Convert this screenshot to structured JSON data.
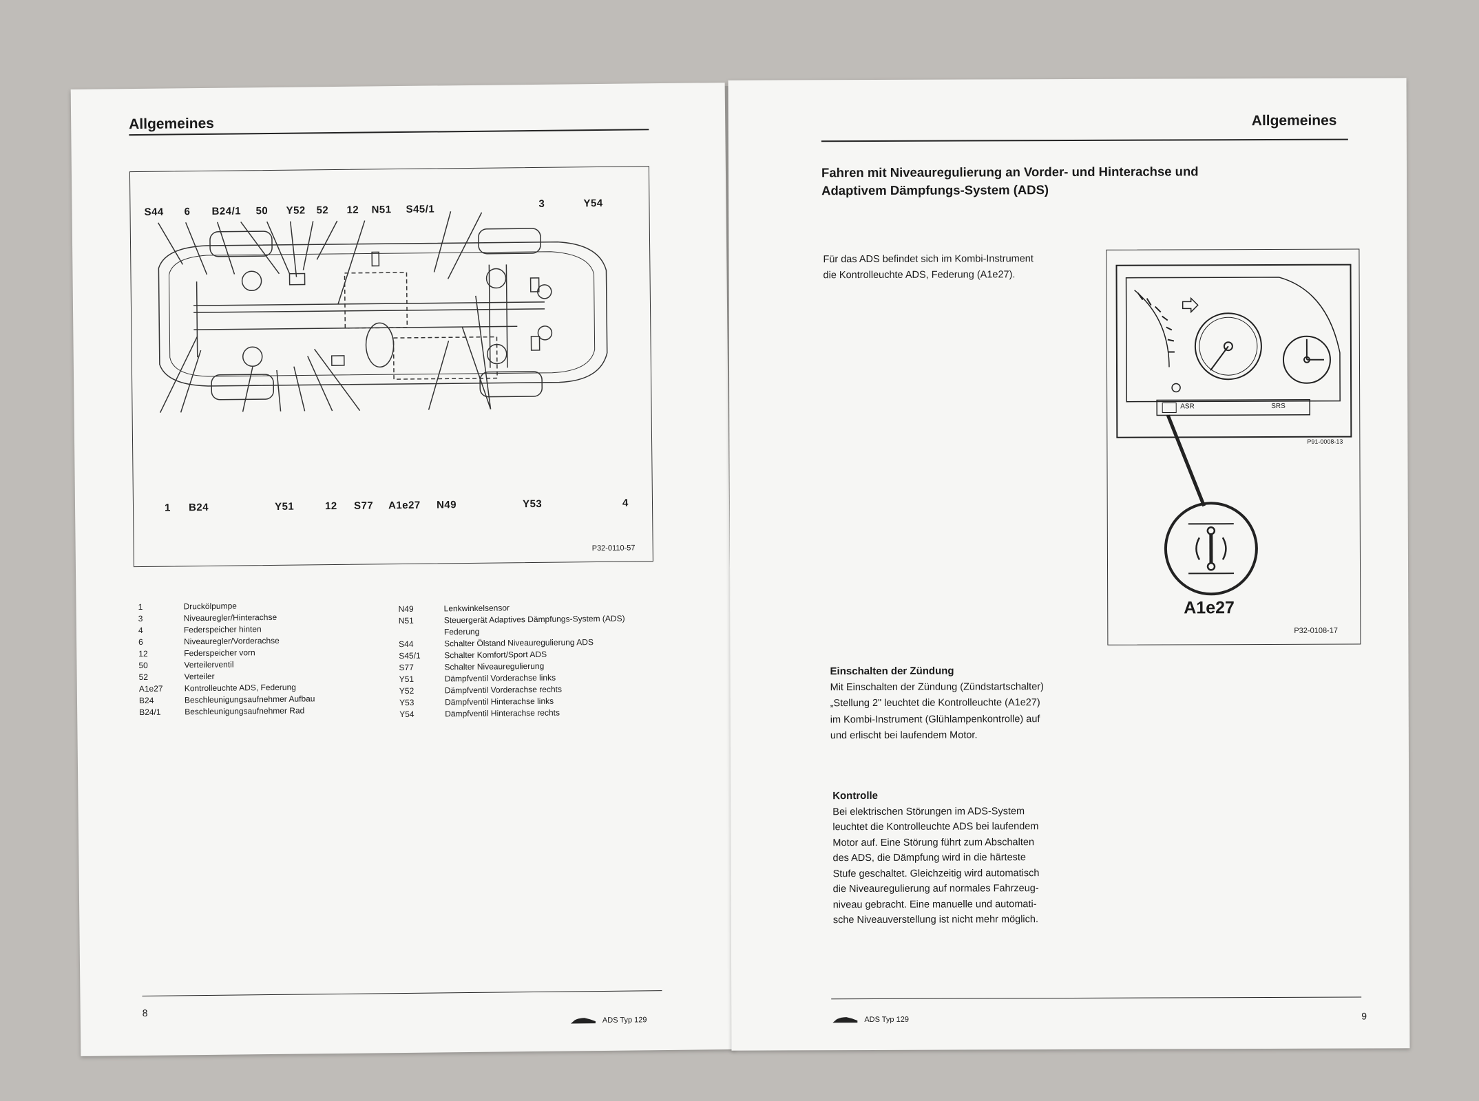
{
  "left_page": {
    "header": "Allgemeines",
    "diagram": {
      "top_labels": [
        "S44",
        "6",
        "B24/1",
        "50",
        "Y52",
        "52",
        "12",
        "N51",
        "S45/1",
        "3",
        "Y54"
      ],
      "bottom_labels": [
        "1",
        "B24",
        "Y51",
        "12",
        "S77",
        "A1e27",
        "N49",
        "Y53",
        "4"
      ],
      "code": "P32-0110-57"
    },
    "legend_left": [
      {
        "key": "1",
        "value": "Druckölpumpe"
      },
      {
        "key": "3",
        "value": "Niveauregler/Hinterachse"
      },
      {
        "key": "4",
        "value": "Federspeicher hinten"
      },
      {
        "key": "6",
        "value": "Niveauregler/Vorderachse"
      },
      {
        "key": "12",
        "value": "Federspeicher vorn"
      },
      {
        "key": "50",
        "value": "Verteilerventil"
      },
      {
        "key": "52",
        "value": "Verteiler"
      },
      {
        "key": "A1e27",
        "value": "Kontrolleuchte ADS, Federung"
      },
      {
        "key": "B24",
        "value": "Beschleunigungsaufnehmer Aufbau"
      },
      {
        "key": "B24/1",
        "value": "Beschleunigungsaufnehmer Rad"
      }
    ],
    "legend_right": [
      {
        "key": "N49",
        "value": "Lenkwinkelsensor"
      },
      {
        "key": "N51",
        "value": "Steuergerät Adaptives Dämpfungs-System (ADS)"
      },
      {
        "key": "",
        "value": "Federung"
      },
      {
        "key": "S44",
        "value": "Schalter Ölstand Niveauregulierung ADS"
      },
      {
        "key": "S45/1",
        "value": "Schalter Komfort/Sport ADS"
      },
      {
        "key": "S77",
        "value": "Schalter Niveauregulierung"
      },
      {
        "key": "Y51",
        "value": "Dämpfventil Vorderachse links"
      },
      {
        "key": "Y52",
        "value": "Dämpfventil Vorderachse rechts"
      },
      {
        "key": "Y53",
        "value": "Dämpfventil Hinterachse links"
      },
      {
        "key": "Y54",
        "value": "Dämpfventil Hinterachse rechts"
      }
    ],
    "page_number": "8",
    "footer_brand": "ADS Typ 129"
  },
  "right_page": {
    "header": "Allgemeines",
    "section_title_line1": "Fahren mit Niveauregulierung an Vorder- und Hinterachse und",
    "section_title_line2": "Adaptivem Dämpfungs-System (ADS)",
    "intro_line1": "Für das ADS befindet sich im Kombi-Instrument",
    "intro_line2": "die Kontrolleuchte ADS, Federung (A1e27).",
    "figure": {
      "label": "A1e27",
      "code": "P32-0108-17",
      "inner_code": "P91-0008-13",
      "asr_label": "ASR",
      "srs_label": "SRS"
    },
    "section1_heading": "Einschalten der Zündung",
    "section1_lines": [
      "Mit Einschalten der Zündung (Zündstartschalter)",
      "„Stellung 2\" leuchtet die Kontrolleuchte (A1e27)",
      "im Kombi-Instrument (Glühlampenkontrolle) auf",
      "und erlischt bei laufendem Motor."
    ],
    "section2_heading": "Kontrolle",
    "section2_lines": [
      "Bei elektrischen Störungen im ADS-System",
      "leuchtet die Kontrolleuchte ADS bei laufendem",
      "Motor auf. Eine Störung führt zum Abschalten",
      "des ADS, die Dämpfung wird in die härteste",
      "Stufe geschaltet. Gleichzeitig wird automatisch",
      "die Niveauregulierung auf normales Fahrzeug-",
      "niveau gebracht. Eine manuelle und automati-",
      "sche Niveauverstellung ist nicht mehr möglich."
    ],
    "page_number": "9",
    "footer_brand": "ADS Typ 129"
  }
}
